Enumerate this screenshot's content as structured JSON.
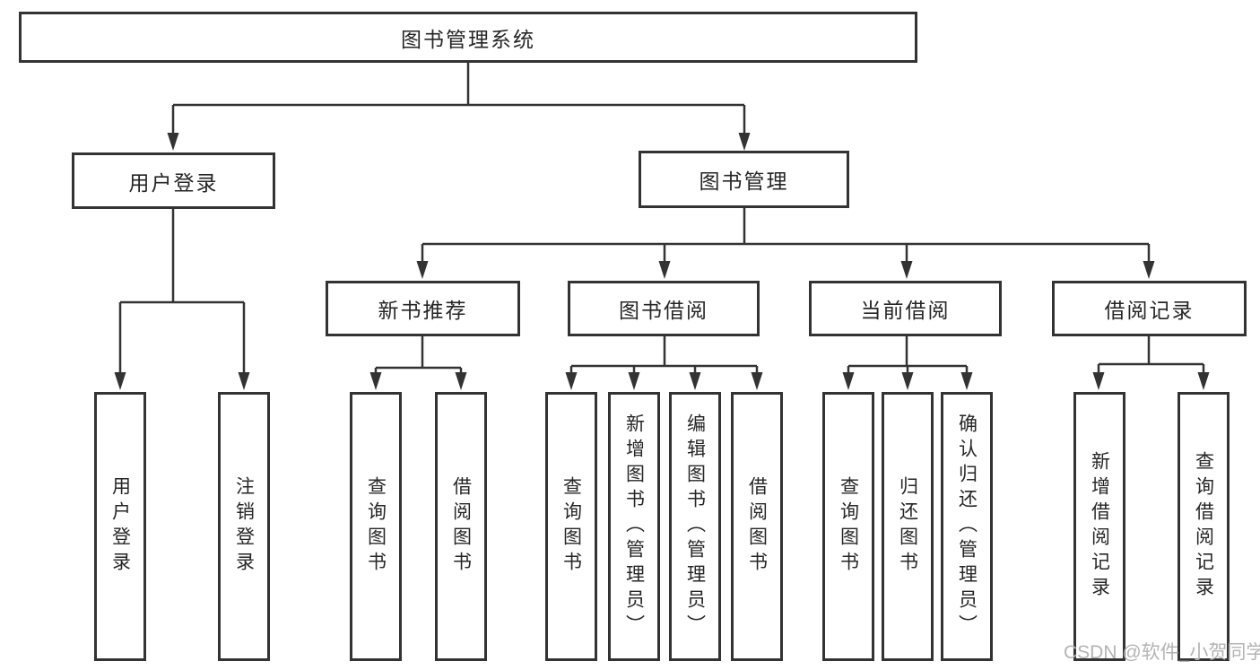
{
  "diagram": {
    "root": "图书管理系统",
    "branches": {
      "user_login": {
        "label": "用户登录",
        "children": {
          "login": "用户登录",
          "logout": "注销登录"
        }
      },
      "book_mgmt": {
        "label": "图书管理",
        "sections": {
          "new_books": {
            "label": "新书推荐",
            "children": {
              "query": "查询图书",
              "borrow": "借阅图书"
            }
          },
          "borrowing": {
            "label": "图书借阅",
            "children": {
              "query": "查询图书",
              "add": "新增图书（管理员）",
              "edit": "编辑图书（管理员）",
              "borrow": "借阅图书"
            }
          },
          "current": {
            "label": "当前借阅",
            "children": {
              "query": "查询图书",
              "return": "归还图书",
              "confirm": "确认归还（管理员）"
            }
          },
          "records": {
            "label": "借阅记录",
            "children": {
              "add": "新增借阅记录",
              "query": "查询借阅记录"
            }
          }
        }
      }
    }
  },
  "watermark": "CSDN @软件_小贺同学",
  "colors": {
    "line": "#333333",
    "border": "#333333",
    "text": "#262626",
    "watermark": "#b4b4b4",
    "background": "#ffffff"
  }
}
